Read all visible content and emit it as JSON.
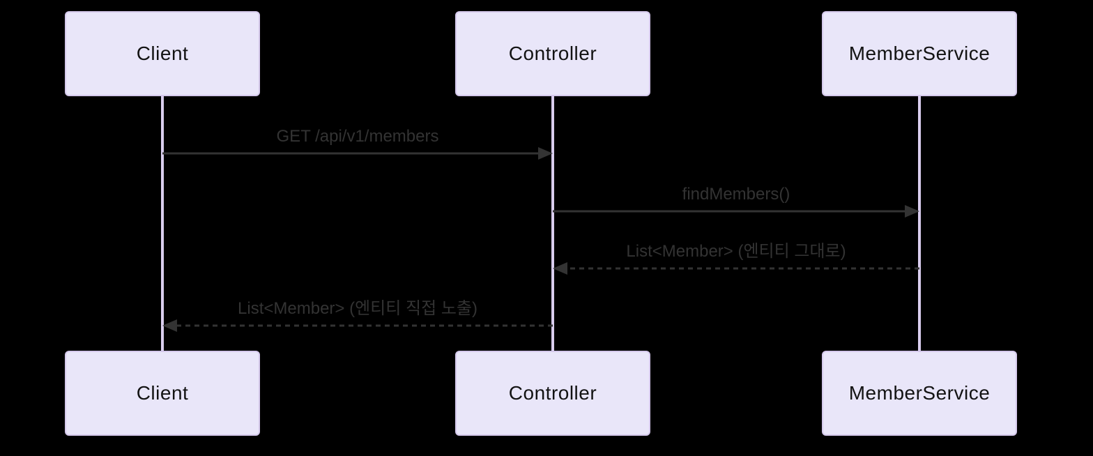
{
  "diagram": {
    "kind": "sequence-diagram",
    "background_color": "#000000",
    "actor_fill_color": "#e9e6f9",
    "actor_border_color": "#d5c9ec",
    "lifeline_color": "#d9cdee",
    "message_color": "#333333",
    "actors": [
      {
        "id": "client",
        "label": "Client"
      },
      {
        "id": "controller",
        "label": "Controller"
      },
      {
        "id": "memberservice",
        "label": "MemberService"
      }
    ],
    "messages": [
      {
        "from": "Client",
        "to": "Controller",
        "label": "GET /api/v1/members",
        "style": "solid"
      },
      {
        "from": "Controller",
        "to": "MemberService",
        "label": "findMembers()",
        "style": "solid"
      },
      {
        "from": "MemberService",
        "to": "Controller",
        "label": "List<Member> (엔티티 그대로)",
        "style": "dashed"
      },
      {
        "from": "Controller",
        "to": "Client",
        "label": "List<Member> (엔티티 직접 노출)",
        "style": "dashed"
      }
    ]
  }
}
